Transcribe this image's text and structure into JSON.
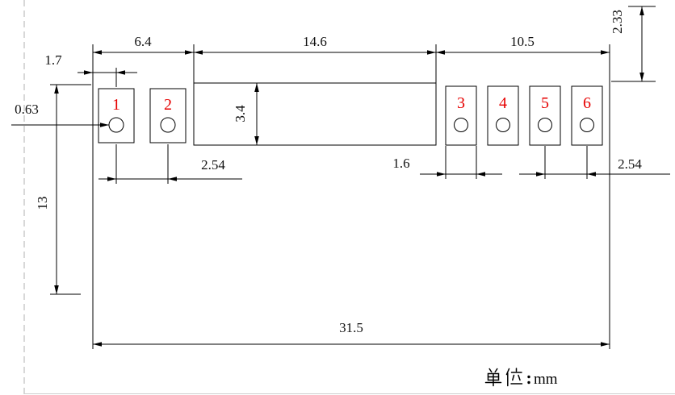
{
  "drawing": {
    "pads": [
      {
        "number": "1"
      },
      {
        "number": "2"
      },
      {
        "number": "3"
      },
      {
        "number": "4"
      },
      {
        "number": "5"
      },
      {
        "number": "6"
      }
    ],
    "dimensions": {
      "top_left_width": "6.4",
      "top_middle_width": "14.6",
      "top_right_width": "10.5",
      "pad1_edge_offset": "1.7",
      "hole_diameter": "0.63",
      "right_vertical_offset": "2.33",
      "slot_height": "3.4",
      "body_height": "13",
      "left_pad_pitch": "2.54",
      "pad_width": "1.6",
      "right_pad_pitch": "2.54",
      "total_width": "31.5"
    },
    "unit_note": {
      "label_cn": "单位：",
      "value": "mm"
    }
  }
}
